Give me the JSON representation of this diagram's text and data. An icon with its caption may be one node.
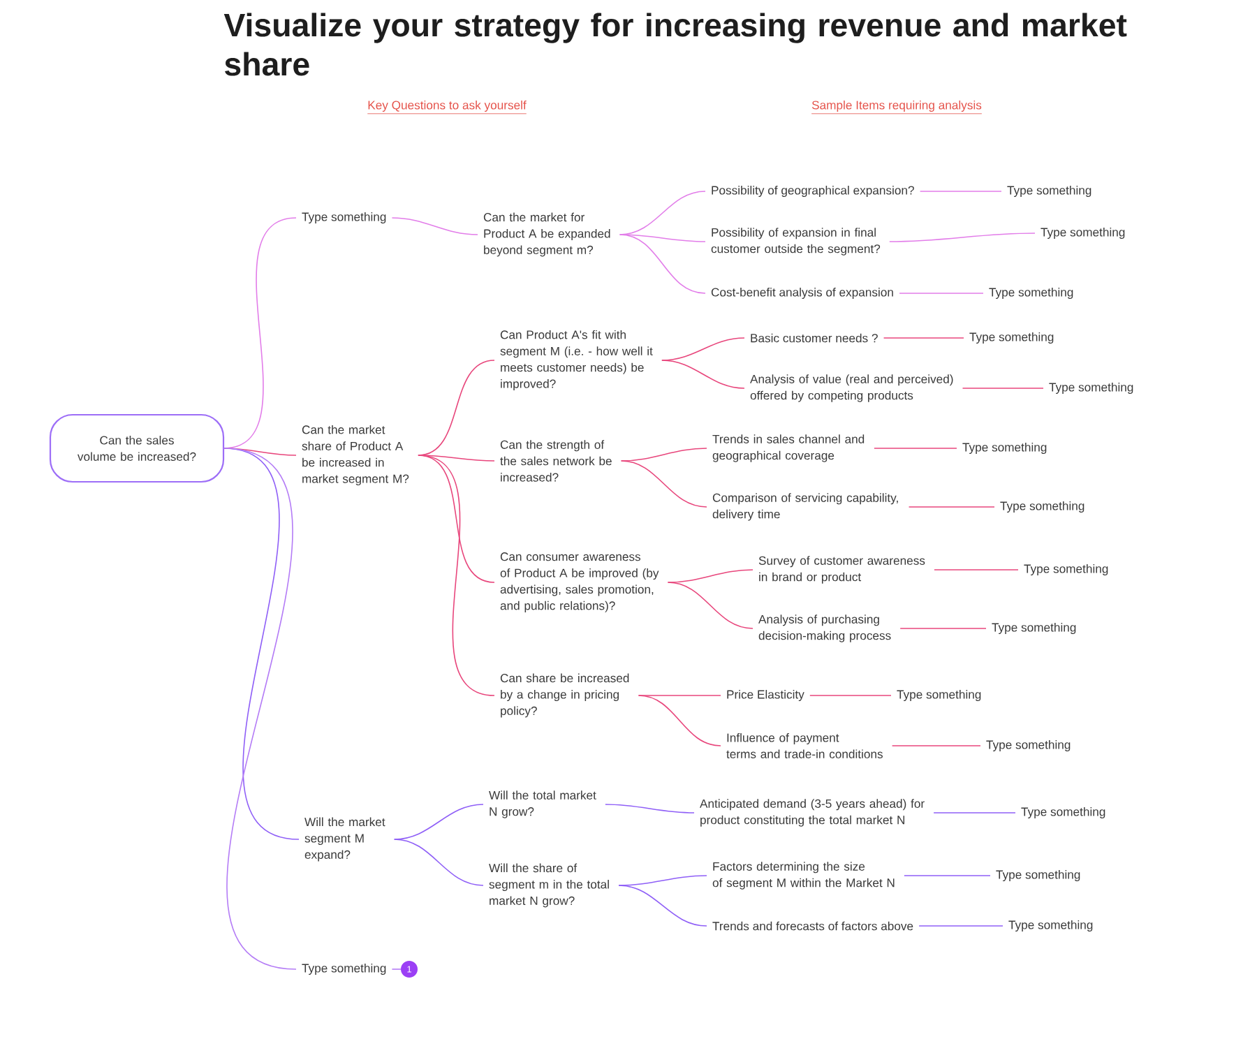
{
  "diagram": {
    "title": "Visualize your strategy for increasing revenue and market share",
    "nodes": [
      {
        "text": [
          "Can the sales volume be increased?"
        ]
      },
      {
        "text": [
          "Type something"
        ]
      },
      {
        "text": [
          "Can the market for Product A be expanded beyond segment m?"
        ]
      },
      {
        "text": [
          "Possibility of geographical expansion?"
        ]
      },
      {
        "text": [
          "Type something"
        ]
      },
      {
        "text": [
          "Possibility of expansion in final customer outside the segment?"
        ]
      },
      {
        "text": [
          "Type something"
        ]
      },
      {
        "text": [
          "Cost-benefit analysis of expansion"
        ]
      },
      {
        "text": [
          "Type something"
        ]
      },
      {
        "text": [
          "Can the market share of Product A be increased in market segment M?"
        ]
      },
      {
        "text": [
          "Can Product A's fit with segment M (i.e. - how well it meets customer needs) be improved?"
        ]
      },
      {
        "text": [
          "Basic customer needs ?"
        ]
      },
      {
        "text": [
          "Type something"
        ]
      },
      {
        "text": [
          "Analysis of value (real and perceived) offered by competing products"
        ]
      },
      {
        "text": [
          "Type something"
        ]
      },
      {
        "text": [
          "Can the strength of the sales network be increased?"
        ]
      },
      {
        "text": [
          "Trends in sales channel and geographical coverage"
        ]
      },
      {
        "text": [
          "Type something"
        ]
      },
      {
        "text": [
          "Comparison of servicing capability, delivery time"
        ]
      },
      {
        "text": [
          "Type something"
        ]
      },
      {
        "text": [
          "Can consumer awareness of Product A be improved (by advertising, sales promotion, and public relations)?"
        ]
      },
      {
        "text": [
          "Survey of customer awareness in brand or product"
        ]
      },
      {
        "text": [
          "Type something"
        ]
      },
      {
        "text": [
          "Analysis of purchasing decision-making process"
        ]
      },
      {
        "text": [
          "Type something"
        ]
      },
      {
        "text": [
          "Can share be increased by a change in pricing policy?"
        ]
      },
      {
        "text": [
          "Price Elasticity"
        ]
      },
      {
        "text": [
          "Type something"
        ]
      },
      {
        "text": [
          "Influence of payment terms and trade-in conditions"
        ]
      },
      {
        "text": [
          "Type something"
        ]
      },
      {
        "text": [
          "Will the market segment M expand?"
        ]
      },
      {
        "text": [
          "Will the total market N grow?"
        ]
      },
      {
        "text": [
          "Anticipated demand (3-5 years ahead) for product constituting the total market N"
        ]
      },
      {
        "text": [
          "Type something"
        ]
      },
      {
        "text": [
          "Will the share of segment m in the total market N grow?"
        ]
      },
      {
        "text": [
          "Factors determining the size of segment M within the Market N"
        ]
      },
      {
        "text": [
          "Type something"
        ]
      },
      {
        "text": [
          "Trends and forecasts of factors above"
        ]
      },
      {
        "text": [
          "Type something"
        ]
      },
      {
        "text": [
          "Type something"
        ]
      },
      {
        "text": [
          "1"
        ]
      }
    ],
    "edges": [
      {
        "from": 0,
        "to": 1,
        "arrow": "none",
        "color": "#e27de9"
      },
      {
        "from": 1,
        "to": 2,
        "arrow": "none",
        "color": "#e27de9"
      },
      {
        "from": 2,
        "to": 3,
        "arrow": "none",
        "color": "#e27de9"
      },
      {
        "from": 3,
        "to": 4,
        "arrow": "none",
        "color": "#e27de9"
      },
      {
        "from": 2,
        "to": 5,
        "arrow": "none",
        "color": "#e27de9"
      },
      {
        "from": 5,
        "to": 6,
        "arrow": "none",
        "color": "#e27de9"
      },
      {
        "from": 2,
        "to": 7,
        "arrow": "none",
        "color": "#e27de9"
      },
      {
        "from": 7,
        "to": 8,
        "arrow": "none",
        "color": "#e27de9"
      },
      {
        "from": 0,
        "to": 9,
        "arrow": "none"
      },
      {
        "from": 9,
        "to": 10,
        "arrow": "none"
      },
      {
        "from": 10,
        "to": 11,
        "arrow": "none"
      },
      {
        "from": 11,
        "to": 12,
        "arrow": "none"
      },
      {
        "from": 10,
        "to": 13,
        "arrow": "none"
      },
      {
        "from": 13,
        "to": 14,
        "arrow": "none"
      },
      {
        "from": 9,
        "to": 15,
        "arrow": "none"
      },
      {
        "from": 15,
        "to": 16,
        "arrow": "none"
      },
      {
        "from": 16,
        "to": 17,
        "arrow": "none"
      },
      {
        "from": 15,
        "to": 18,
        "arrow": "none"
      },
      {
        "from": 18,
        "to": 19,
        "arrow": "none"
      },
      {
        "from": 9,
        "to": 20,
        "arrow": "none"
      },
      {
        "from": 20,
        "to": 21,
        "arrow": "none"
      },
      {
        "from": 21,
        "to": 22,
        "arrow": "none"
      },
      {
        "from": 20,
        "to": 23,
        "arrow": "none"
      },
      {
        "from": 23,
        "to": 24,
        "arrow": "none"
      },
      {
        "from": 9,
        "to": 25,
        "arrow": "none"
      },
      {
        "from": 25,
        "to": 26,
        "arrow": "none"
      },
      {
        "from": 26,
        "to": 27,
        "arrow": "none"
      },
      {
        "from": 25,
        "to": 28,
        "arrow": "none"
      },
      {
        "from": 28,
        "to": 29,
        "arrow": "none"
      },
      {
        "from": 0,
        "to": 30,
        "arrow": "none",
        "color": "#8f5ff7"
      },
      {
        "from": 30,
        "to": 31,
        "arrow": "none",
        "color": "#8f5ff7"
      },
      {
        "from": 31,
        "to": 32,
        "arrow": "none",
        "color": "#8f5ff7"
      },
      {
        "from": 32,
        "to": 33,
        "arrow": "none",
        "color": "#8f5ff7"
      },
      {
        "from": 30,
        "to": 34,
        "arrow": "none",
        "color": "#8f5ff7"
      },
      {
        "from": 34,
        "to": 35,
        "arrow": "none",
        "color": "#8f5ff7"
      },
      {
        "from": 35,
        "to": 36,
        "arrow": "none",
        "color": "#8f5ff7"
      },
      {
        "from": 34,
        "to": 37,
        "arrow": "none",
        "color": "#8f5ff7"
      },
      {
        "from": 37,
        "to": 38,
        "arrow": "none",
        "color": "#8f5ff7"
      },
      {
        "from": 0,
        "to": 39,
        "arrow": "none",
        "color": "#b47cf6"
      },
      {
        "from": 39,
        "to": 40,
        "arrow": "none",
        "color": "#b47cf6"
      }
    ],
    "labels": [
      "Key Questions to ask yourself",
      "Sample Items requiring analysis"
    ]
  }
}
